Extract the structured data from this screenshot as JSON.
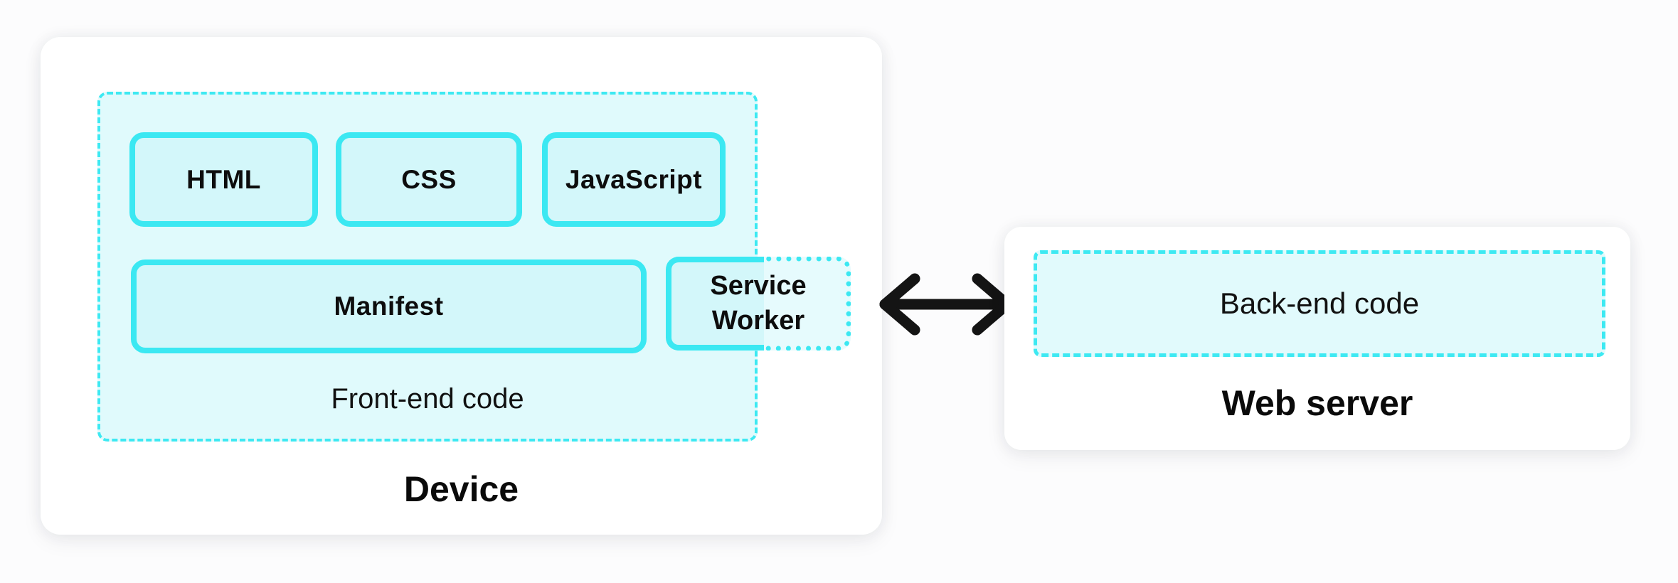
{
  "device": {
    "title": "Device",
    "frontend": {
      "caption": "Front-end code",
      "boxes": [
        "HTML",
        "CSS",
        "JavaScript"
      ],
      "manifest_label": "Manifest"
    },
    "service_worker": {
      "line1": "Service",
      "line2": "Worker"
    }
  },
  "web_server": {
    "title": "Web server",
    "backend_caption": "Back-end code"
  },
  "arrow": {
    "type": "bidirectional"
  },
  "colors": {
    "accent_cyan": "#3be8f2",
    "chip_fill": "#d3f7fa",
    "container_fill": "#e0fafc",
    "card_background": "#ffffff",
    "page_background": "#fcfcfd",
    "arrow_color": "#141414",
    "text_color": "#0d0d0d"
  }
}
